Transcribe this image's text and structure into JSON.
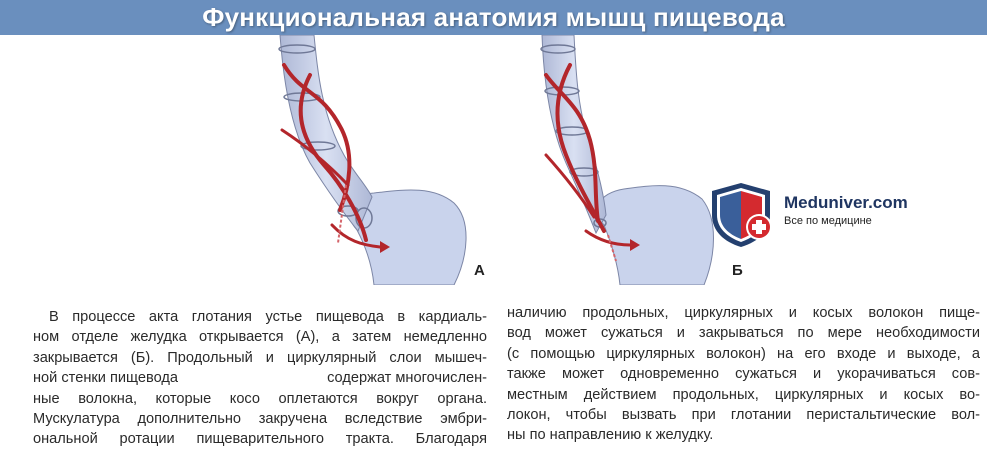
{
  "header": {
    "title": "Функциональная анатомия мышц пищевода"
  },
  "figures": [
    {
      "label": "А"
    },
    {
      "label": "Б"
    }
  ],
  "logo": {
    "site": "Meduniver.com",
    "tagline": "Все по медицине"
  },
  "text": {
    "left_lines": [
      "В процессе акта глотания устье пищевода в кардиаль-",
      "ном отделе желудка открывается (А), а затем немедленно",
      "закрывается (Б). Продольный и циркулярный слои мышеч-",
      "ной стенки пищевода",
      "содержат многочислен-",
      "ные волокна, которые косо оплетаются вокруг органа.",
      "Мускулатура дополнительно закручена вследствие эмбри-",
      "ональной ротации пищеварительного тракта. Благодаря"
    ],
    "right_lines": [
      "наличию продольных, циркулярных и косых волокон пище-",
      "вод может сужаться и закрываться по мере необходимости",
      "(с помощью циркулярных волокон) на его входе и выходе, а",
      "также может одновременно сужаться и укорачиваться сов-",
      "местным действием продольных, циркулярных и косых во-",
      "локон, чтобы вызвать при глотании перистальтические вол-",
      "ны по направлению к желудку."
    ]
  },
  "colors": {
    "title_bar": "#6a8fbe",
    "organ_fill": "#c9d3ec",
    "fiber": "#b3262b",
    "logo_red": "#d42a2f",
    "logo_blue": "#24406f"
  }
}
